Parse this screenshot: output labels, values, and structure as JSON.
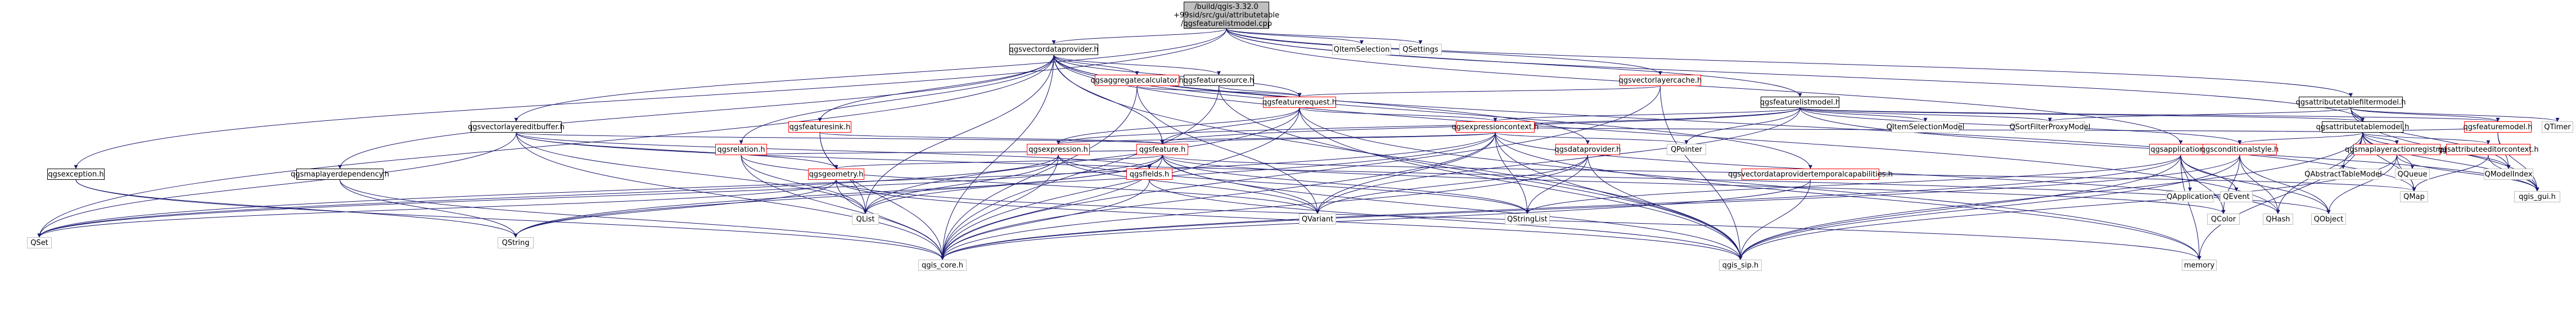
{
  "nodes": [
    {
      "id": "root",
      "label": "/build/qgis-3.32.0\n+99sid/src/gui/attributetable\n/qgsfeaturelistmodel.cpp",
      "style": "root"
    },
    {
      "id": "qgsvectordataprovider_h",
      "label": "qgsvectordataprovider.h",
      "style": "black"
    },
    {
      "id": "qgsvectorlayercache_h",
      "label": "qgsvectorlayercache.h",
      "style": "red"
    },
    {
      "id": "qgsfeaturelistmodel_h",
      "label": "qgsfeaturelistmodel.h",
      "style": "black"
    },
    {
      "id": "qgsattributetablefiltermodel_h",
      "label": "qgsattributetablefiltermodel.h",
      "style": "black"
    },
    {
      "id": "qitemselection",
      "label": "QItemSelection",
      "style": "gray"
    },
    {
      "id": "qsettings",
      "label": "QSettings",
      "style": "gray"
    },
    {
      "id": "qgsaggregatecalculator_h",
      "label": "qgsaggregatecalculator.h",
      "style": "red"
    },
    {
      "id": "qgsfeaturesource_h",
      "label": "qgsfeaturesource.h",
      "style": "black"
    },
    {
      "id": "qgsfeaturerequest_h",
      "label": "qgsfeaturerequest.h",
      "style": "red"
    },
    {
      "id": "qgsvectorlayereditbuffer_h",
      "label": "qgsvectorlayereditbuffer.h",
      "style": "black"
    },
    {
      "id": "qgsfeaturesink_h",
      "label": "qgsfeaturesink.h",
      "style": "red"
    },
    {
      "id": "qgsexpressioncontext_h",
      "label": "qgsexpressioncontext.h",
      "style": "red"
    },
    {
      "id": "qgsexpression_h",
      "label": "qgsexpression.h",
      "style": "red"
    },
    {
      "id": "qgsfeature_h",
      "label": "qgsfeature.h",
      "style": "red"
    },
    {
      "id": "qgsrelation_h",
      "label": "qgsrelation.h",
      "style": "red"
    },
    {
      "id": "qgsdataprovider_h",
      "label": "qgsdataprovider.h",
      "style": "red"
    },
    {
      "id": "qgsapplication_h",
      "label": "qgsapplication.h",
      "style": "red"
    },
    {
      "id": "qgsattributetablemodel_h",
      "label": "qgsattributetablemodel.h",
      "style": "black"
    },
    {
      "id": "qgsfeaturemodel_h",
      "label": "qgsfeaturemodel.h",
      "style": "red"
    },
    {
      "id": "qgsconditionalstyle_h",
      "label": "qgsconditionalstyle.h",
      "style": "red"
    },
    {
      "id": "qgsmaplayeractionregistry_h",
      "label": "qgsmaplayeractionregistry.h",
      "style": "red"
    },
    {
      "id": "qgsattributeeditorcontext_h",
      "label": "qgsattributeeditorcontext.h",
      "style": "red"
    },
    {
      "id": "qgsgeometry_h",
      "label": "qgsgeometry.h",
      "style": "red"
    },
    {
      "id": "qgsfields_h",
      "label": "qgsfields.h",
      "style": "red"
    },
    {
      "id": "qgsexception_h",
      "label": "qgsexception.h",
      "style": "black"
    },
    {
      "id": "qgsmaplayerdependency_h",
      "label": "qgsmaplayerdependency.h",
      "style": "black"
    },
    {
      "id": "qgsvectordataprovidertemporalcapabilities_h",
      "label": "qgsvectordataprovidertemporalcapabilities.h",
      "style": "red"
    },
    {
      "id": "qitemselectionmodel",
      "label": "QItemSelectionModel",
      "style": "gray"
    },
    {
      "id": "qsortfilterproxymodel",
      "label": "QSortFilterProxyModel",
      "style": "gray"
    },
    {
      "id": "qtimer",
      "label": "QTimer",
      "style": "gray"
    },
    {
      "id": "qpointer",
      "label": "QPointer",
      "style": "gray"
    },
    {
      "id": "qabstracttablemodel",
      "label": "QAbstractTableModel",
      "style": "gray"
    },
    {
      "id": "qqueue",
      "label": "QQueue",
      "style": "gray"
    },
    {
      "id": "qmodelindex",
      "label": "QModelIndex",
      "style": "gray"
    },
    {
      "id": "qmap",
      "label": "QMap",
      "style": "gray"
    },
    {
      "id": "qgis_gui_h",
      "label": "qgis_gui.h",
      "style": "gray"
    },
    {
      "id": "qapplication",
      "label": "QApplication",
      "style": "gray"
    },
    {
      "id": "qevent",
      "label": "QEvent",
      "style": "gray"
    },
    {
      "id": "qcolor",
      "label": "QColor",
      "style": "gray"
    },
    {
      "id": "qhash",
      "label": "QHash",
      "style": "gray"
    },
    {
      "id": "qobject",
      "label": "QObject",
      "style": "gray"
    },
    {
      "id": "qvariant",
      "label": "QVariant",
      "style": "gray"
    },
    {
      "id": "qstringlist",
      "label": "QStringList",
      "style": "gray"
    },
    {
      "id": "qlist",
      "label": "QList",
      "style": "gray"
    },
    {
      "id": "qset",
      "label": "QSet",
      "style": "gray"
    },
    {
      "id": "qstring",
      "label": "QString",
      "style": "gray"
    },
    {
      "id": "qgis_core_h",
      "label": "qgis_core.h",
      "style": "gray"
    },
    {
      "id": "qgis_sip_h",
      "label": "qgis_sip.h",
      "style": "gray"
    },
    {
      "id": "memory",
      "label": "memory",
      "style": "gray"
    }
  ],
  "edges": [
    [
      "root",
      "qgsvectordataprovider_h"
    ],
    [
      "root",
      "qgsvectorlayercache_h"
    ],
    [
      "root",
      "qgsfeaturelistmodel_h"
    ],
    [
      "root",
      "qgsattributetablefiltermodel_h"
    ],
    [
      "root",
      "qitemselection"
    ],
    [
      "root",
      "qsettings"
    ],
    [
      "root",
      "qgsapplication_h"
    ],
    [
      "root",
      "qgsattributetablemodel_h"
    ],
    [
      "root",
      "qgsexception_h"
    ],
    [
      "root",
      "qgsvectorlayereditbuffer_h"
    ],
    [
      "qgsvectordataprovider_h",
      "qgsaggregatecalculator_h"
    ],
    [
      "qgsvectordataprovider_h",
      "qgsfeaturesource_h"
    ],
    [
      "qgsvectordataprovider_h",
      "qgsfeaturerequest_h"
    ],
    [
      "qgsvectordataprovider_h",
      "qgsfeaturesink_h"
    ],
    [
      "qgsvectordataprovider_h",
      "qgsfeature_h"
    ],
    [
      "qgsvectordataprovider_h",
      "qgsrelation_h"
    ],
    [
      "qgsvectordataprovider_h",
      "qgsdataprovider_h"
    ],
    [
      "qgsvectordataprovider_h",
      "qgsmaplayerdependency_h"
    ],
    [
      "qgsvectordataprovider_h",
      "qgsvectordataprovidertemporalcapabilities_h"
    ],
    [
      "qgsvectordataprovider_h",
      "qgis_core_h"
    ],
    [
      "qgsvectordataprovider_h",
      "qgis_sip_h"
    ],
    [
      "qgsvectordataprovider_h",
      "qset"
    ],
    [
      "qgsvectordataprovider_h",
      "qlist"
    ],
    [
      "qgsvectordataprovider_h",
      "qhash"
    ],
    [
      "qgsvectordataprovider_h",
      "qmap"
    ],
    [
      "qgsvectorlayercache_h",
      "qgsfeaturerequest_h"
    ],
    [
      "qgsvectorlayercache_h",
      "qgis_core_h"
    ],
    [
      "qgsvectorlayercache_h",
      "qgis_sip_h"
    ],
    [
      "qgsfeaturelistmodel_h",
      "qgsexpression_h"
    ],
    [
      "qgsfeaturelistmodel_h",
      "qgsexpressioncontext_h"
    ],
    [
      "qgsfeaturelistmodel_h",
      "qgsconditionalstyle_h"
    ],
    [
      "qgsfeaturelistmodel_h",
      "qgsattributetablemodel_h"
    ],
    [
      "qgsfeaturelistmodel_h",
      "qgsfeaturemodel_h"
    ],
    [
      "qgsfeaturelistmodel_h",
      "qsortfilterproxymodel"
    ],
    [
      "qgsfeaturelistmodel_h",
      "qitemselectionmodel"
    ],
    [
      "qgsfeaturelistmodel_h",
      "qvariant"
    ],
    [
      "qgsfeaturelistmodel_h",
      "qpointer"
    ],
    [
      "qgsfeaturelistmodel_h",
      "qgis_gui_h"
    ],
    [
      "qgsfeaturelistmodel_h",
      "qgsfeature_h"
    ],
    [
      "qgsattributetablefiltermodel_h",
      "qsortfilterproxymodel"
    ],
    [
      "qgsattributetablefiltermodel_h",
      "qmodelindex"
    ],
    [
      "qgsattributetablefiltermodel_h",
      "qtimer"
    ],
    [
      "qgsattributetablefiltermodel_h",
      "qgsattributetablemodel_h"
    ],
    [
      "qgsattributetablefiltermodel_h",
      "qgsfeaturemodel_h"
    ],
    [
      "qgsattributetablefiltermodel_h",
      "qgis_gui_h"
    ],
    [
      "qgsaggregatecalculator_h",
      "qgsfeaturerequest_h"
    ],
    [
      "qgsaggregatecalculator_h",
      "qgis_core_h"
    ],
    [
      "qgsaggregatecalculator_h",
      "qvariant"
    ],
    [
      "qgsfeaturesource_h",
      "qgsfeaturerequest_h"
    ],
    [
      "qgsfeaturesource_h",
      "qgis_core_h"
    ],
    [
      "qgsfeaturesource_h",
      "qgis_sip_h"
    ],
    [
      "qgsfeaturerequest_h",
      "qgsfeature_h"
    ],
    [
      "qgsfeaturerequest_h",
      "qgsexpression_h"
    ],
    [
      "qgsfeaturerequest_h",
      "qgsexpressioncontext_h"
    ],
    [
      "qgsfeaturerequest_h",
      "qlist"
    ],
    [
      "qgsfeaturerequest_h",
      "qgis_core_h"
    ],
    [
      "qgsfeaturerequest_h",
      "qgis_sip_h"
    ],
    [
      "qgsfeaturerequest_h",
      "memory"
    ],
    [
      "qgsvectorlayereditbuffer_h",
      "qgsfeature_h"
    ],
    [
      "qgsvectorlayereditbuffer_h",
      "qgsgeometry_h"
    ],
    [
      "qgsvectorlayereditbuffer_h",
      "qgsfields_h"
    ],
    [
      "qgsvectorlayereditbuffer_h",
      "qgis_core_h"
    ],
    [
      "qgsvectorlayereditbuffer_h",
      "qlist"
    ],
    [
      "qgsvectorlayereditbuffer_h",
      "qset"
    ],
    [
      "qgsvectorlayereditbuffer_h",
      "qobject"
    ],
    [
      "qgsfeaturesink_h",
      "qgsfeature_h"
    ],
    [
      "qgsfeaturesink_h",
      "qgis_core_h"
    ],
    [
      "qgsfeaturesink_h",
      "qlist"
    ],
    [
      "qgsexpressioncontext_h",
      "qgsfeature_h"
    ],
    [
      "qgsexpressioncontext_h",
      "qgsexpression_h"
    ],
    [
      "qgsexpressioncontext_h",
      "qstring"
    ],
    [
      "qgsexpressioncontext_h",
      "qstringlist"
    ],
    [
      "qgsexpressioncontext_h",
      "qvariant"
    ],
    [
      "qgsexpressioncontext_h",
      "qhash"
    ],
    [
      "qgsexpressioncontext_h",
      "qset"
    ],
    [
      "qgsexpressioncontext_h",
      "qpointer"
    ],
    [
      "qgsexpressioncontext_h",
      "qgis_core_h"
    ],
    [
      "qgsexpressioncontext_h",
      "qgis_sip_h"
    ],
    [
      "qgsexpressioncontext_h",
      "memory"
    ],
    [
      "qgsexpression_h",
      "qstringlist"
    ],
    [
      "qgsexpression_h",
      "qvariant"
    ],
    [
      "qgsexpression_h",
      "qlist"
    ],
    [
      "qgsexpression_h",
      "qset"
    ],
    [
      "qgsexpression_h",
      "qgis_core_h"
    ],
    [
      "qgsfeature_h",
      "qgis_core_h"
    ],
    [
      "qgsfeature_h",
      "qgis_sip_h"
    ],
    [
      "qgsfeature_h",
      "qlist"
    ],
    [
      "qgsfeature_h",
      "qvariant"
    ],
    [
      "qgsfeature_h",
      "qstring"
    ],
    [
      "qgsfeature_h",
      "qset"
    ],
    [
      "qgsfeature_h",
      "qgsgeometry_h"
    ],
    [
      "qgsfeature_h",
      "qgsfields_h"
    ],
    [
      "qgsfeature_h",
      "qmap"
    ],
    [
      "qgsfeature_h",
      "qstringlist"
    ],
    [
      "qgsfeature_h",
      "qcolor"
    ],
    [
      "qgsrelation_h",
      "qlist"
    ],
    [
      "qgsrelation_h",
      "qgis_core_h"
    ],
    [
      "qgsrelation_h",
      "qvariant"
    ],
    [
      "qgsrelation_h",
      "qgsfeature_h"
    ],
    [
      "qgsdataprovider_h",
      "qgis_core_h"
    ],
    [
      "qgsdataprovider_h",
      "qgis_sip_h"
    ],
    [
      "qgsdataprovider_h",
      "qstringlist"
    ],
    [
      "qgsdataprovider_h",
      "qvariant"
    ],
    [
      "qgsapplication_h",
      "qapplication"
    ],
    [
      "qgsapplication_h",
      "qevent"
    ],
    [
      "qgsapplication_h",
      "qstringlist"
    ],
    [
      "qgsapplication_h",
      "qcolor"
    ],
    [
      "qgsapplication_h",
      "qgis_core_h"
    ],
    [
      "qgsapplication_h",
      "qgis_sip_h"
    ],
    [
      "qgsapplication_h",
      "memory"
    ],
    [
      "qgsapplication_h",
      "qobject"
    ],
    [
      "qgsattributetablemodel_h",
      "qabstracttablemodel"
    ],
    [
      "qgsattributetablemodel_h",
      "qqueue"
    ],
    [
      "qgsattributetablemodel_h",
      "qmodelindex"
    ],
    [
      "qgsattributetablemodel_h",
      "qmap"
    ],
    [
      "qgsattributetablemodel_h",
      "qhash"
    ],
    [
      "qgsattributetablemodel_h",
      "qgis_gui_h"
    ],
    [
      "qgsattributetablemodel_h",
      "qgsconditionalstyle_h"
    ],
    [
      "qgsattributetablemodel_h",
      "qgsmaplayeractionregistry_h"
    ],
    [
      "qgsattributetablemodel_h",
      "qgsattributeeditorcontext_h"
    ],
    [
      "qgsattributetablemodel_h",
      "qgsexpressioncontext_h"
    ],
    [
      "qgsattributetablemodel_h",
      "qgsfeaturemodel_h"
    ],
    [
      "qgsattributetablemodel_h",
      "qgis_sip_h"
    ],
    [
      "qgsattributetablemodel_h",
      "memory"
    ],
    [
      "qgsfeaturemodel_h",
      "qmodelindex"
    ],
    [
      "qgsfeaturemodel_h",
      "qgis_gui_h"
    ],
    [
      "qgsconditionalstyle_h",
      "qfont_placeholder_skip"
    ],
    [
      "qgsconditionalstyle_h",
      "qcolor"
    ],
    [
      "qgsconditionalstyle_h",
      "qhash"
    ],
    [
      "qgsconditionalstyle_h",
      "qobject"
    ],
    [
      "qgsconditionalstyle_h",
      "qgis_core_h"
    ],
    [
      "qgsconditionalstyle_h",
      "qgis_sip_h"
    ],
    [
      "qgsmaplayeractionregistry_h",
      "qobject"
    ],
    [
      "qgsmaplayeractionregistry_h",
      "qmap"
    ],
    [
      "qgsmaplayeractionregistry_h",
      "qgis_gui_h"
    ],
    [
      "qgsmaplayeractionregistry_h",
      "qgis_sip_h"
    ],
    [
      "qgsattributeeditorcontext_h",
      "qmap"
    ],
    [
      "qgsattributeeditorcontext_h",
      "qgis_gui_h"
    ],
    [
      "qgsgeometry_h",
      "qset"
    ],
    [
      "qgsgeometry_h",
      "qstring"
    ],
    [
      "qgsgeometry_h",
      "qgis_core_h"
    ],
    [
      "qgsgeometry_h",
      "qgis_sip_h"
    ],
    [
      "qgsgeometry_h",
      "memory"
    ],
    [
      "qgsfields_h",
      "qgis_core_h"
    ],
    [
      "qgsfields_h",
      "qgis_sip_h"
    ],
    [
      "qgsexception_h",
      "qstring"
    ],
    [
      "qgsexception_h",
      "qgis_core_h"
    ],
    [
      "qgsmaplayerdependency_h",
      "qgis_core_h"
    ],
    [
      "qgsmaplayerdependency_h",
      "qstring"
    ],
    [
      "qgsvectordataprovidertemporalcapabilities_h",
      "qgis_core_h"
    ],
    [
      "qgsvectordataprovidertemporalcapabilities_h",
      "qgis_sip_h"
    ]
  ]
}
